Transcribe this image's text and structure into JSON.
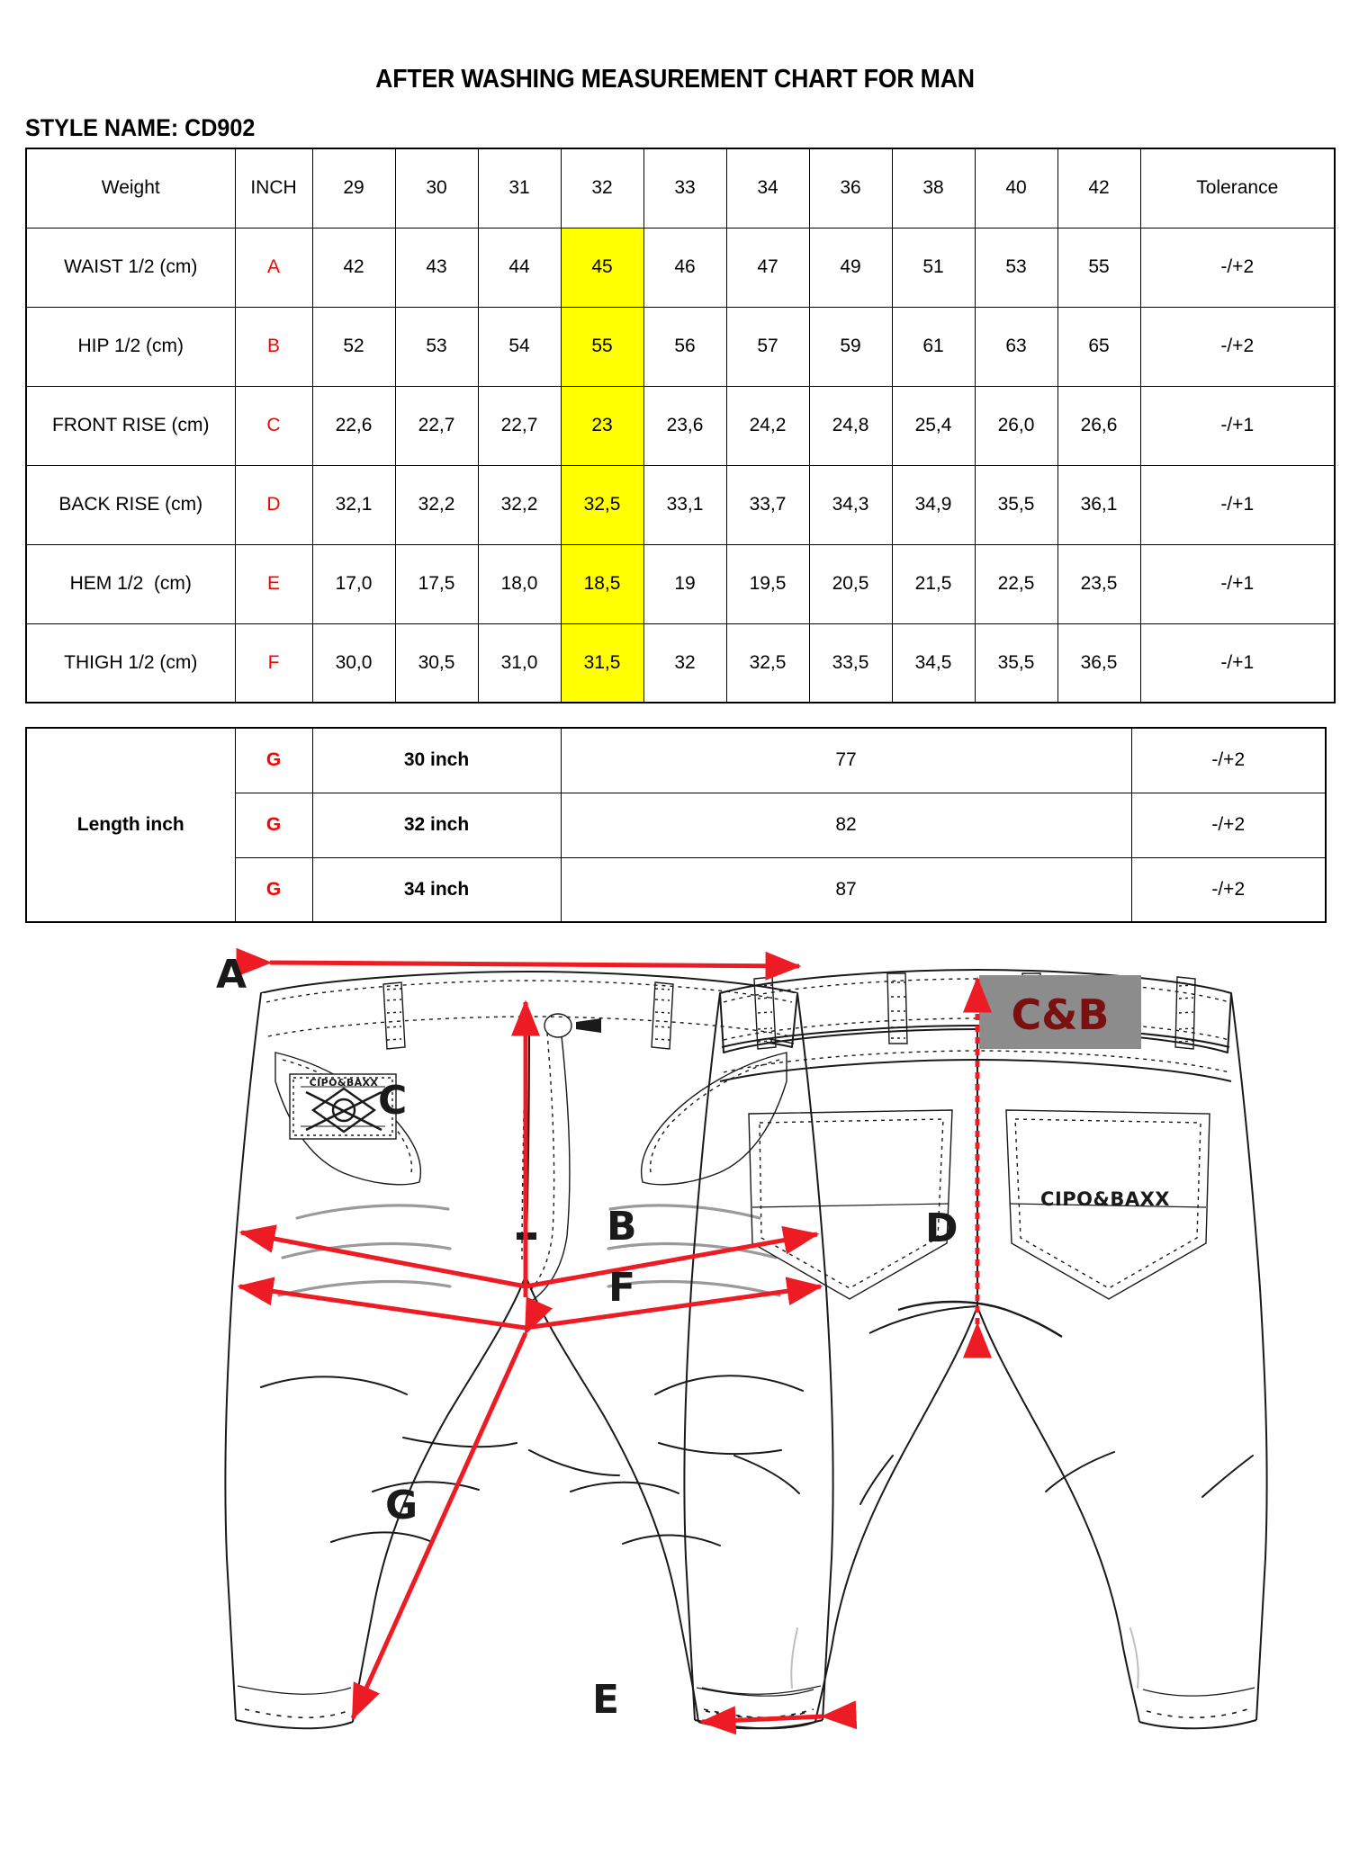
{
  "header": {
    "title": "AFTER WASHING MEASUREMENT CHART FOR MAN",
    "style_label": "STYLE NAME: CD902"
  },
  "colors": {
    "highlight": "#FFFF00",
    "code_red": "#FF0000",
    "arrow_red": "#ED1C24",
    "label_black": "#1A1A1A",
    "brand_patch": "#8C8C8C",
    "brand_text": "#7A1010"
  },
  "main_table": {
    "columns": [
      "Weight",
      "INCH",
      "29",
      "30",
      "31",
      "32",
      "33",
      "34",
      "36",
      "38",
      "40",
      "42",
      "Tolerance"
    ],
    "highlight_column_label": "32",
    "highlight_column_index": 5,
    "rows": [
      {
        "label": "WAIST 1/2 (cm)",
        "code": "A",
        "values": [
          "42",
          "43",
          "44",
          "45",
          "46",
          "47",
          "49",
          "51",
          "53",
          "55"
        ],
        "tolerance": "-/+2"
      },
      {
        "label": "HIP 1/2 (cm)",
        "code": "B",
        "values": [
          "52",
          "53",
          "54",
          "55",
          "56",
          "57",
          "59",
          "61",
          "63",
          "65"
        ],
        "tolerance": "-/+2"
      },
      {
        "label": "FRONT RISE (cm)",
        "code": "C",
        "values": [
          "22,6",
          "22,7",
          "22,7",
          "23",
          "23,6",
          "24,2",
          "24,8",
          "25,4",
          "26,0",
          "26,6"
        ],
        "tolerance": "-/+1"
      },
      {
        "label": "BACK RISE (cm)",
        "code": "D",
        "values": [
          "32,1",
          "32,2",
          "32,2",
          "32,5",
          "33,1",
          "33,7",
          "34,3",
          "34,9",
          "35,5",
          "36,1"
        ],
        "tolerance": "-/+1"
      },
      {
        "label": "HEM 1/2  (cm)",
        "code": "E",
        "values": [
          "17,0",
          "17,5",
          "18,0",
          "18,5",
          "19",
          "19,5",
          "20,5",
          "21,5",
          "22,5",
          "23,5"
        ],
        "tolerance": "-/+1"
      },
      {
        "label": "THIGH 1/2 (cm)",
        "code": "F",
        "values": [
          "30,0",
          "30,5",
          "31,0",
          "31,5",
          "32",
          "32,5",
          "33,5",
          "34,5",
          "35,5",
          "36,5"
        ],
        "tolerance": "-/+1"
      }
    ]
  },
  "length_table": {
    "title": "Length inch",
    "rows": [
      {
        "code": "G",
        "size": "30 inch",
        "value": "77",
        "tolerance": "-/+2"
      },
      {
        "code": "G",
        "size": "32 inch",
        "value": "82",
        "tolerance": "-/+2"
      },
      {
        "code": "G",
        "size": "34 inch",
        "value": "87",
        "tolerance": "-/+2"
      }
    ]
  },
  "illustration": {
    "front_markers": [
      {
        "letter": "A",
        "meaning": "waist-half-width"
      },
      {
        "letter": "C",
        "meaning": "front-rise"
      },
      {
        "letter": "B",
        "meaning": "hip-half-width"
      },
      {
        "letter": "F",
        "meaning": "thigh-half-width"
      },
      {
        "letter": "G",
        "meaning": "inseam-length"
      },
      {
        "letter": "E",
        "meaning": "hem-half-width"
      }
    ],
    "back_markers": [
      {
        "letter": "D",
        "meaning": "back-rise"
      }
    ],
    "front_pocket_logo": "CIPO&BAXX",
    "back_patch_label": "C&B",
    "back_pocket_label": "CIPO&BAXX"
  },
  "chart_data": {
    "type": "table",
    "title": "AFTER WASHING MEASUREMENT CHART FOR MAN",
    "subtitle": "STYLE NAME: CD902",
    "categories": [
      "29",
      "30",
      "31",
      "32",
      "33",
      "34",
      "36",
      "38",
      "40",
      "42"
    ],
    "xlabel": "INCH",
    "ylabel": "cm",
    "series": [
      {
        "name": "WAIST 1/2 (cm)",
        "code": "A",
        "values": [
          42,
          43,
          44,
          45,
          46,
          47,
          49,
          51,
          53,
          55
        ],
        "tolerance": "-/+2"
      },
      {
        "name": "HIP 1/2 (cm)",
        "code": "B",
        "values": [
          52,
          53,
          54,
          55,
          56,
          57,
          59,
          61,
          63,
          65
        ],
        "tolerance": "-/+2"
      },
      {
        "name": "FRONT RISE (cm)",
        "code": "C",
        "values": [
          22.6,
          22.7,
          22.7,
          23,
          23.6,
          24.2,
          24.8,
          25.4,
          26.0,
          26.6
        ],
        "tolerance": "-/+1"
      },
      {
        "name": "BACK RISE (cm)",
        "code": "D",
        "values": [
          32.1,
          32.2,
          32.2,
          32.5,
          33.1,
          33.7,
          34.3,
          34.9,
          35.5,
          36.1
        ],
        "tolerance": "-/+1"
      },
      {
        "name": "HEM 1/2 (cm)",
        "code": "E",
        "values": [
          17.0,
          17.5,
          18.0,
          18.5,
          19,
          19.5,
          20.5,
          21.5,
          22.5,
          23.5
        ],
        "tolerance": "-/+1"
      },
      {
        "name": "THIGH 1/2 (cm)",
        "code": "F",
        "values": [
          30.0,
          30.5,
          31.0,
          31.5,
          32,
          32.5,
          33.5,
          34.5,
          35.5,
          36.5
        ],
        "tolerance": "-/+1"
      },
      {
        "name": "Length inch (G)",
        "code": "G",
        "categories": [
          "30 inch",
          "32 inch",
          "34 inch"
        ],
        "values": [
          77,
          82,
          87
        ],
        "tolerance": "-/+2"
      }
    ],
    "highlight": {
      "column": "32",
      "color": "#FFFF00"
    },
    "grid": true,
    "legend": "none"
  }
}
